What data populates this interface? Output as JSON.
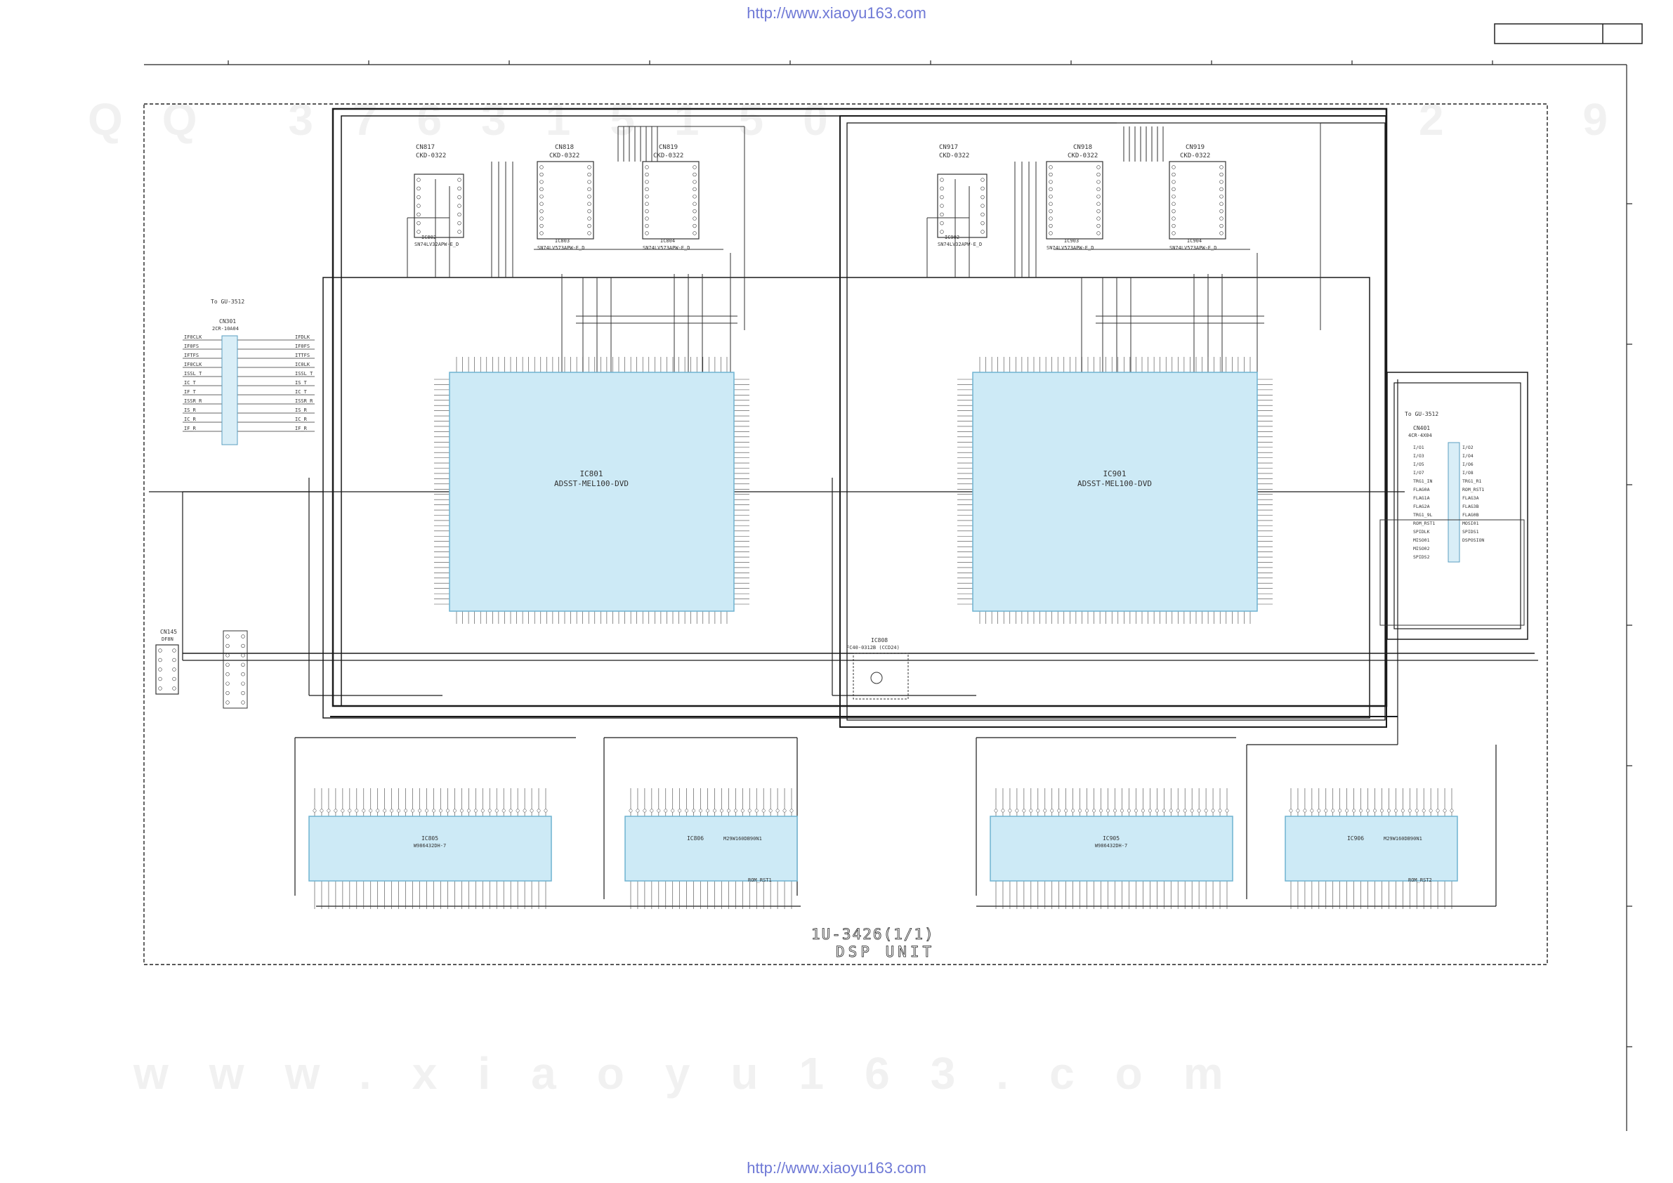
{
  "header": {
    "url_top": "http://www.xiaoyu163.com",
    "url_bottom": "http://www.xiaoyu163.com"
  },
  "title_block": {
    "unit": "1U-3426(1/1)",
    "name": "DSP UNIT"
  },
  "watermarks": {
    "top": "QQ 376315150",
    "top_right": "2 9",
    "bottom": "www.xiaoyu163.com"
  },
  "colors": {
    "ic_fill": "#cdeaf6",
    "ic_stroke": "#6fb3d1",
    "wire": "#1a1a1a",
    "url": "#6f79d6"
  },
  "left_connector": {
    "title": "To GU-3512",
    "ref": "CN301",
    "part": "2CR-10A04",
    "nets_left": [
      "IF0CLK",
      "IF0FS",
      "IFTFS",
      "IF0CLK",
      "ISSL_T",
      "IC_T",
      "IF_T",
      "ISSR_R",
      "IS_R",
      "IC_R",
      "IF_R"
    ],
    "nets_right": [
      "IFDLK",
      "IF0FS",
      "ITTFS",
      "IC0LK",
      "ISSL_T",
      "IS_T",
      "IC_T",
      "ISSR_R",
      "IS_R",
      "IC_R",
      "IF_R"
    ]
  },
  "right_connector": {
    "title": "To GU-3512",
    "ref": "CN401",
    "part": "4CR-4X04",
    "pins_left": [
      "I/O1",
      "I/O3",
      "I/O5",
      "I/O7",
      "TRG1_IN",
      "FLAG0A",
      "FLAG1A",
      "FLAG2A",
      "TRG1_9L",
      "ROM_RST1",
      "SPIDLK",
      "MISO01",
      "MISO02",
      "SPIDS2"
    ],
    "pins_right": [
      "I/O2",
      "I/O4",
      "I/O6",
      "I/O8",
      "TRG1_R1",
      "ROM_RST1",
      "FLAG3A",
      "FLAG3B",
      "FLAG0B",
      "MOSI01",
      "SPIDS1",
      "DSPOSION",
      "",
      ""
    ]
  },
  "dsp_left": {
    "ref": "IC801",
    "part": "ADSST-MEL100-DVD"
  },
  "dsp_right": {
    "ref": "IC901",
    "part": "ADSST-MEL100-DVD"
  },
  "top_ics_left": [
    {
      "ref": "CN817",
      "part": "CKD-0322",
      "sub_ref": "IC802",
      "sub_part": "SN74LV32APW-E_D"
    },
    {
      "ref": "CN818",
      "part": "CKD-0322",
      "sub_ref": "IC803",
      "sub_part": "SN74LV573APW-E_D"
    },
    {
      "ref": "CN819",
      "part": "CKD-0322",
      "sub_ref": "IC804",
      "sub_part": "SN74LV573APW-E_D"
    }
  ],
  "top_ics_right": [
    {
      "ref": "CN917",
      "part": "CKD-0322",
      "sub_ref": "IC902",
      "sub_part": "SN74LV32APW-E_D"
    },
    {
      "ref": "CN918",
      "part": "CKD-0322",
      "sub_ref": "IC903",
      "sub_part": "SN74LV573APW-E_D"
    },
    {
      "ref": "CN919",
      "part": "CKD-0322",
      "sub_ref": "IC904",
      "sub_part": "SN74LV573APW-E_D"
    }
  ],
  "memories": [
    {
      "ref": "IC805",
      "part": "W986432DH-7"
    },
    {
      "ref": "IC806",
      "part": "M29W160DB90N1"
    },
    {
      "ref": "IC905",
      "part": "W986432DH-7"
    },
    {
      "ref": "IC906",
      "part": "M29W160DB90N1"
    }
  ],
  "center_ic": {
    "ref": "IC808",
    "part": "FC40-0312B (CCD24)"
  },
  "small_connector": {
    "ref": "CN145",
    "part": "DF8N"
  },
  "misc_labels": {
    "rom_rst1": "ROM_RST1",
    "rom_rst2": "ROM_RST2"
  }
}
